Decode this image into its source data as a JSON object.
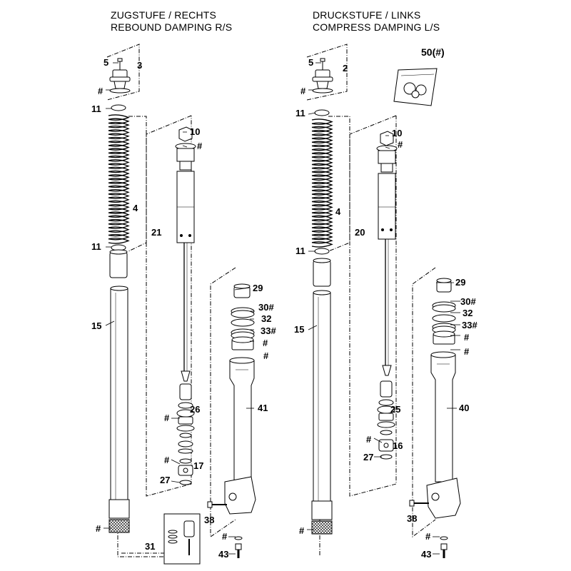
{
  "header": {
    "left_line1": "ZUGSTUFE / RECHTS",
    "left_line2": "REBOUND DAMPING R/S",
    "right_line1": "DRUCKSTUFE / LINKS",
    "right_line2": "COMPRESS DAMPING L/S"
  },
  "callouts": {
    "L5": "5",
    "L3": "3",
    "Lhash_cap": "#",
    "L11a": "11",
    "L10": "10",
    "Lhash_10": "#",
    "L4": "4",
    "L21": "21",
    "L11b": "11",
    "L15": "15",
    "L29": "29",
    "L30": "30#",
    "L32": "32",
    "L33": "33#",
    "Lhash_33": "#",
    "L41": "41",
    "L26": "26",
    "Lhash_26": "#",
    "Lhash_17": "#",
    "L17": "17",
    "L27": "27",
    "L38": "38",
    "Lhash_bot": "#",
    "L31": "31",
    "Lhash_43": "#",
    "L43": "43",
    "R5": "5",
    "R2": "2",
    "Rhash_cap": "#",
    "R50": "50(#)",
    "R11a": "11",
    "R10": "10",
    "Rhash_10": "#",
    "R4": "4",
    "R20": "20",
    "R11b": "11",
    "R15": "15",
    "R29": "29",
    "R30": "30#",
    "R32": "32",
    "R33": "33#",
    "Rhash_33": "#",
    "Rhash_32b": "#",
    "R40": "40",
    "R25": "25",
    "Rhash_25": "#",
    "R16": "16",
    "R27": "27",
    "R38": "38",
    "Rhash_bot": "#",
    "Rhash_43": "#",
    "R43": "43"
  }
}
